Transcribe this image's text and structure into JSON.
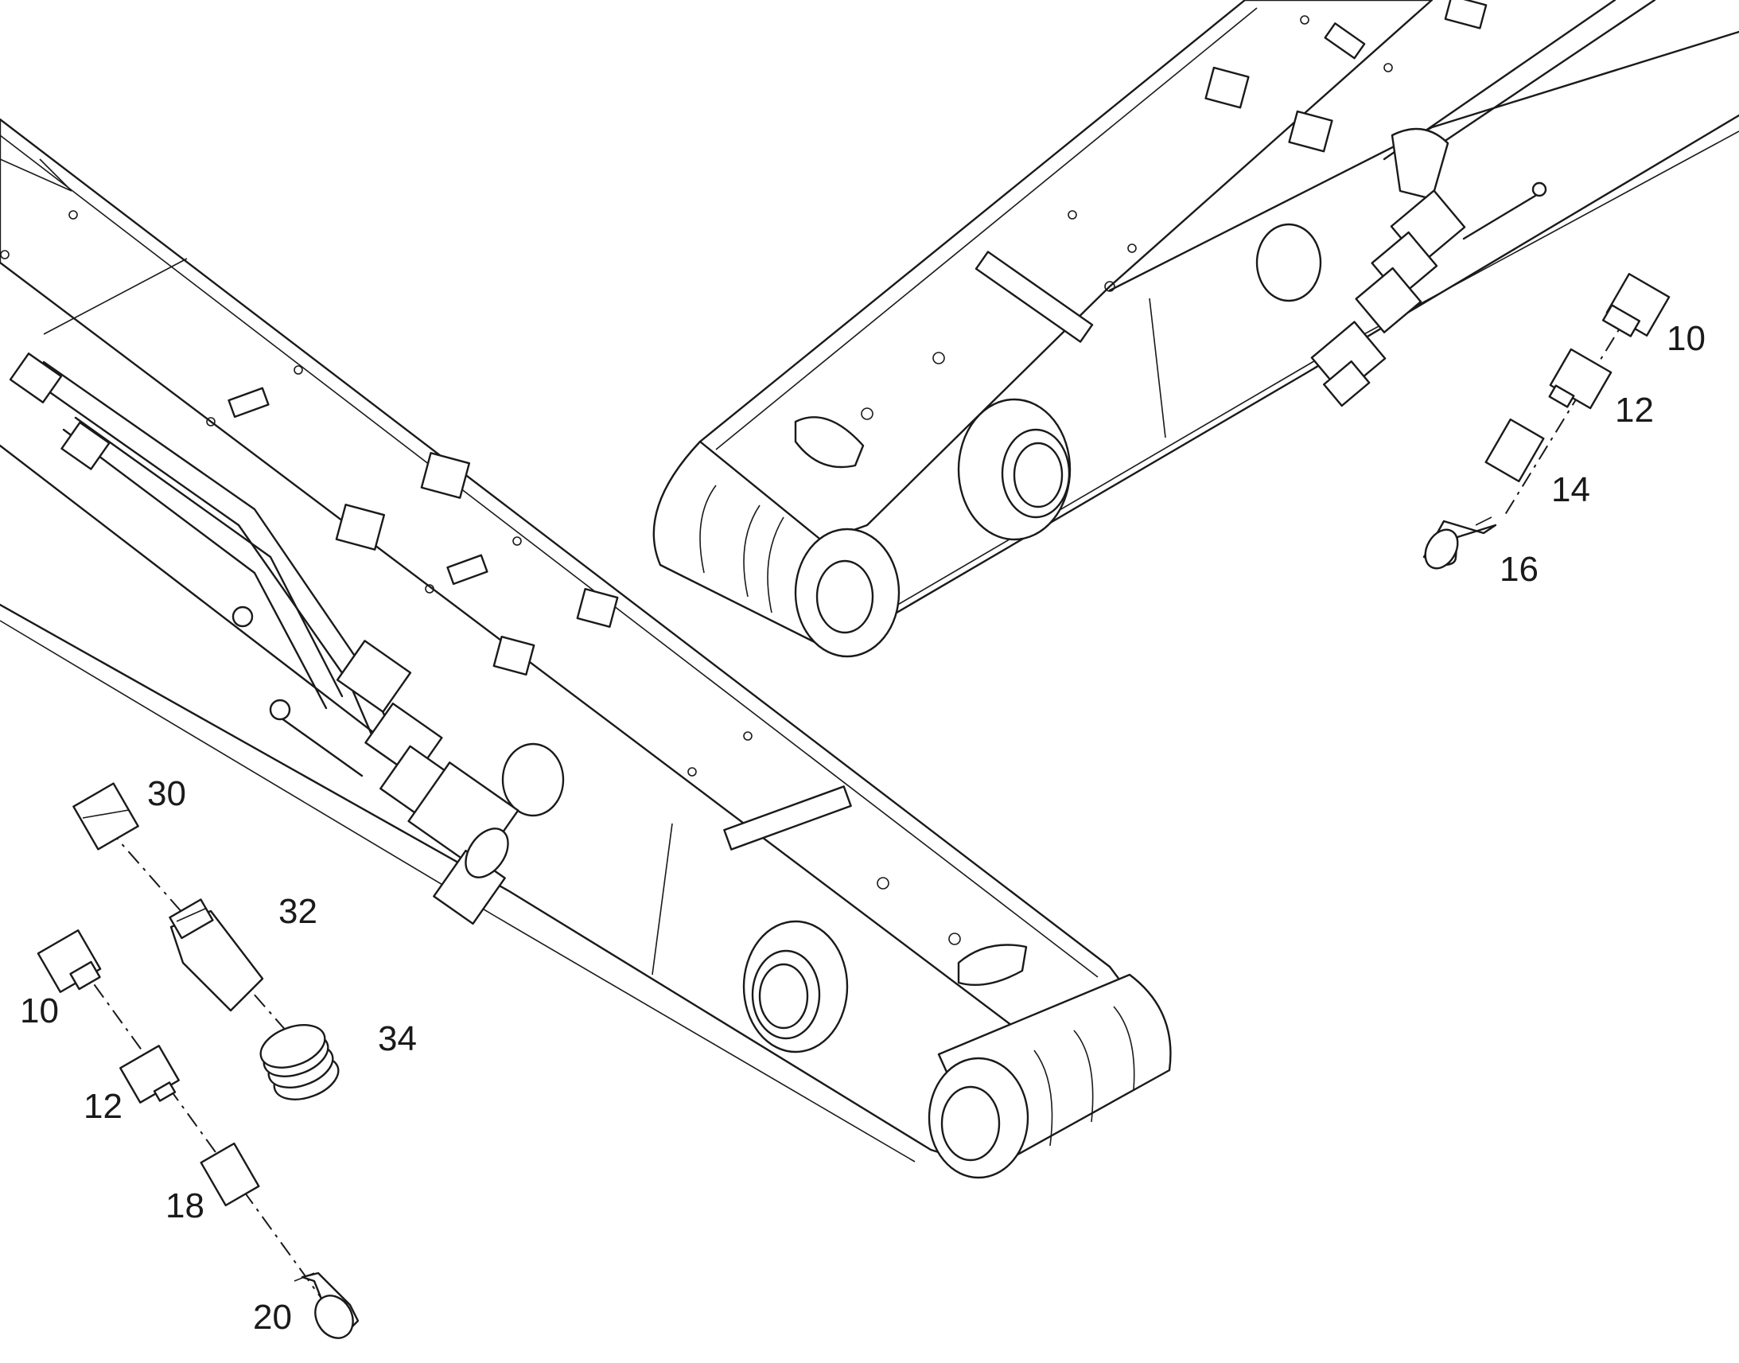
{
  "callouts": {
    "right": {
      "c10": "10",
      "c12": "12",
      "c14": "14",
      "c16": "16"
    },
    "left": {
      "c30": "30",
      "c32": "32",
      "c34": "34",
      "c10": "10",
      "c12": "12",
      "c18": "18",
      "c20": "20"
    }
  }
}
